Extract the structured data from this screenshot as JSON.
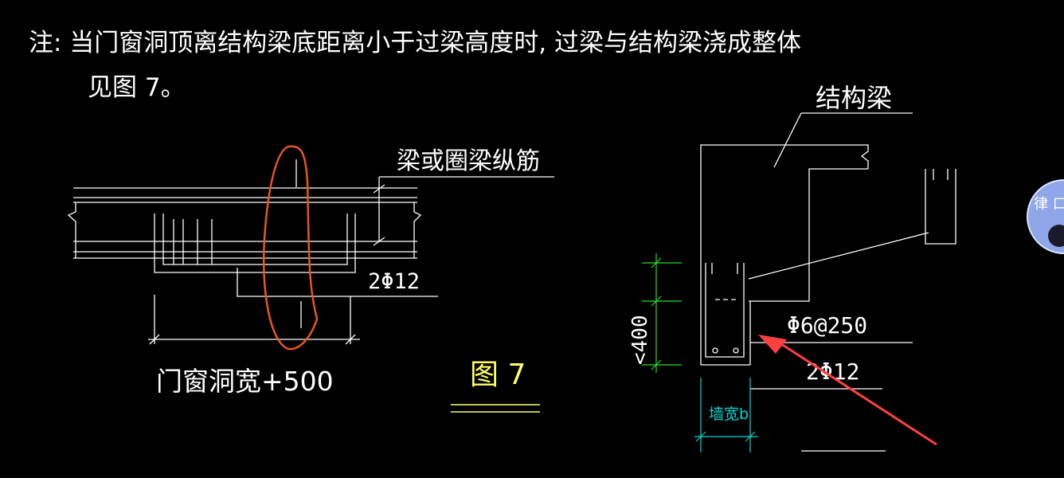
{
  "note": {
    "line1": "注: 当门窗洞顶离结构梁底距离小于过梁高度时, 过梁与结构梁浇成整体",
    "line2": "见图 7。"
  },
  "left_detail": {
    "rebar_label": "梁或圈梁纵筋",
    "bottom_bar_label": "2Φ12",
    "width_label": "门窗洞宽+500"
  },
  "figure_label": "图 7",
  "right_detail": {
    "beam_label": "结构梁",
    "stirrup_label": "Φ6@250",
    "bottom_bar_label": "2Φ12",
    "height_dim": "<400",
    "wall_width_dim": "墙宽b"
  },
  "colors": {
    "background": "#000000",
    "linework": "#ffffff",
    "dimension_green": "#22e022",
    "dimension_cyan": "#00d8d8",
    "figure_yellow": "#ffff66",
    "markup_orange": "#e8581c",
    "markup_red_arrow": "#ff4040"
  },
  "avatar_glyphs": "律 口"
}
